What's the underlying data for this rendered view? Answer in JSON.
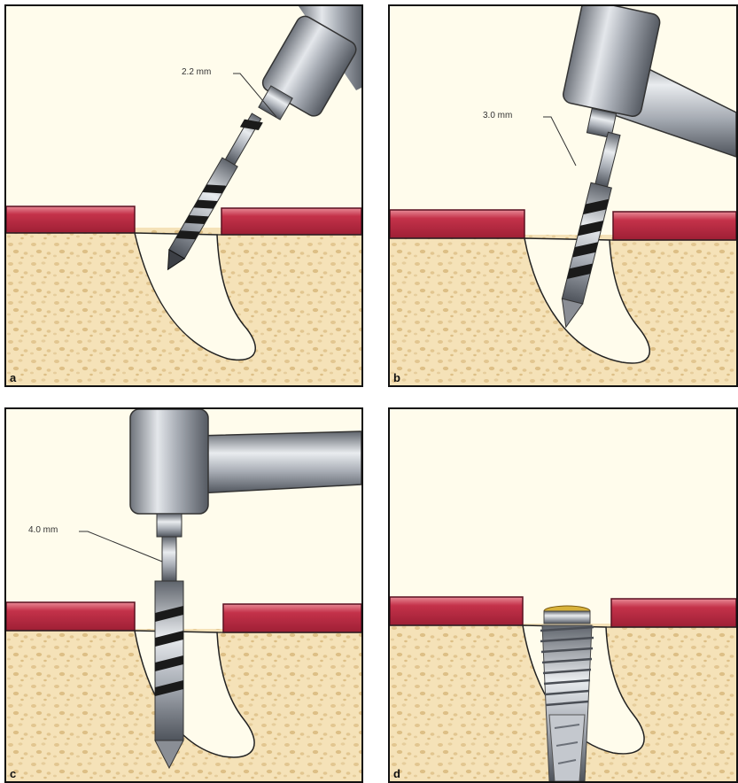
{
  "panels": [
    {
      "letter": "a",
      "dimension_label": "2.2 mm"
    },
    {
      "letter": "b",
      "dimension_label": "3.0 mm"
    },
    {
      "letter": "c",
      "dimension_label": "4.0 mm"
    },
    {
      "letter": "d",
      "dimension_label": ""
    }
  ],
  "colors": {
    "gum": "#c4324a",
    "gum_highlight": "#e88a96",
    "bone": "#f5e2b8",
    "bone_spot": "#e2c690",
    "background": "#fffcec",
    "metal": "#b7bcc4",
    "stripe": "#1a1a1a",
    "implant_gold": "#d8b23a"
  }
}
